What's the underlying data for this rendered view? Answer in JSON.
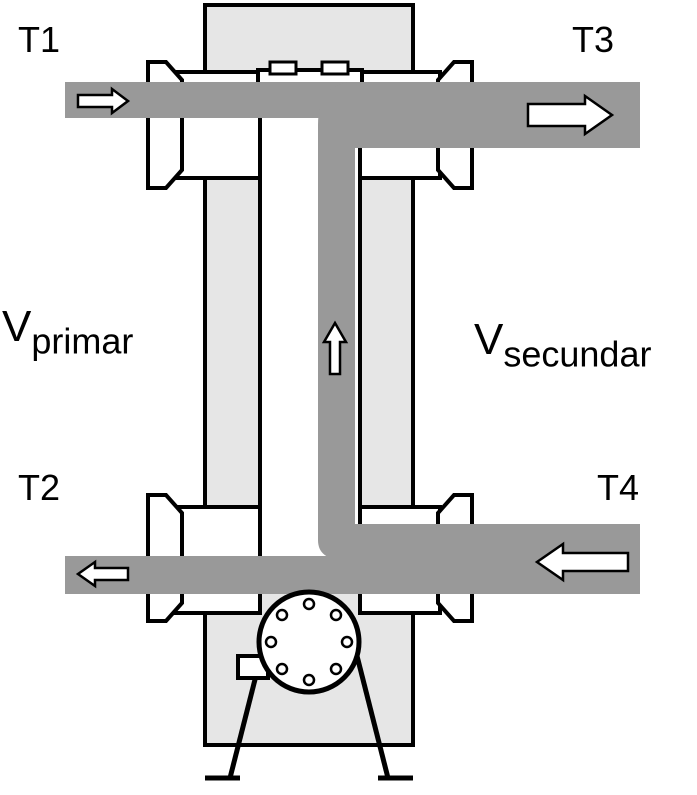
{
  "labels": {
    "t1": "T1",
    "t2": "T2",
    "t3": "T3",
    "t4": "T4",
    "v_primar_main": "V",
    "v_primar_sub": "primar",
    "v_secundar_main": "V",
    "v_secundar_sub": "secundar"
  },
  "colors": {
    "body_fill": "#e6e6e6",
    "flow_fill": "#999999",
    "inner_fill": "#ffffff",
    "stroke": "#000000"
  },
  "icons": {
    "flow_arrow": "arrow-icon",
    "pump": "pump-icon"
  }
}
